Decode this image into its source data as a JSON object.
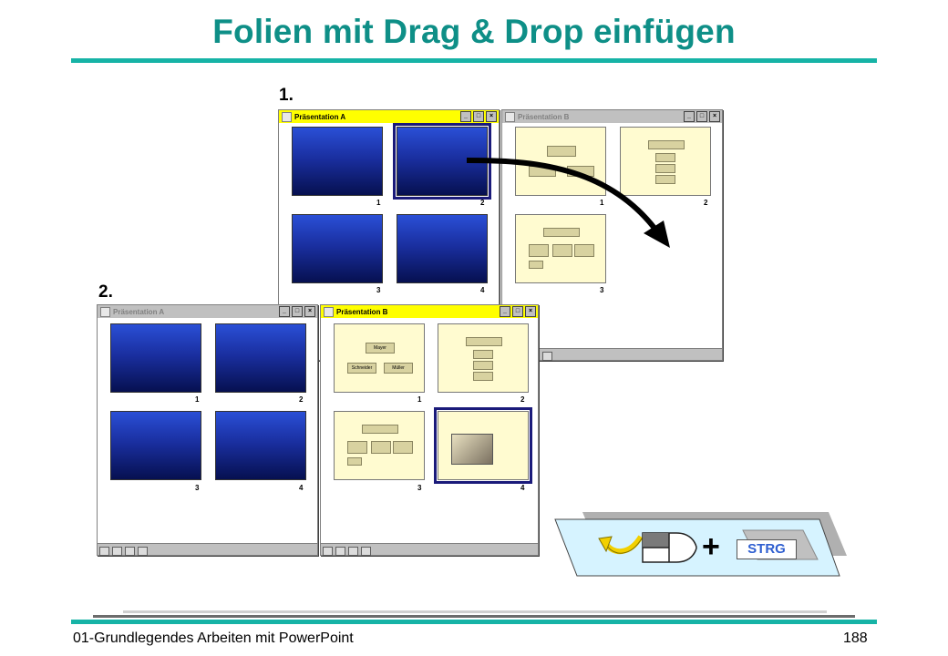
{
  "slide_title": "Folien mit Drag & Drop einfügen",
  "steps": {
    "one": "1.",
    "two": "2."
  },
  "windows": {
    "a1": {
      "title": "Präsentation A"
    },
    "b1": {
      "title": "Präsentation B"
    },
    "a2": {
      "title": "Präsentation A"
    },
    "b2": {
      "title": "Präsentation B"
    }
  },
  "window_buttons": {
    "minimize": "_",
    "maximize": "□",
    "close": "×"
  },
  "slide_numbers": [
    "1",
    "2",
    "3",
    "4"
  ],
  "org_labels": {
    "boss": "Mayer",
    "left": "Schneider",
    "right": "Müller"
  },
  "key_label": "STRG",
  "plus_sign": "+",
  "footer": {
    "left": "01-Grundlegendes Arbeiten mit PowerPoint",
    "page": "188"
  },
  "colors": {
    "accent": "#16b3a6",
    "title": "#0e8f87",
    "active_titlebar": "#ffff00",
    "key_text": "#2f5fd0"
  }
}
